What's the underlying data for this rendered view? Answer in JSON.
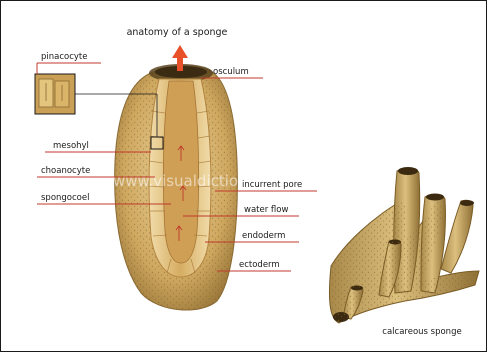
{
  "title": "anatomy of a sponge",
  "watermark": "www.visualdictionaryonline.com",
  "labels": {
    "pinacocyte": "pinacocyte",
    "osculum": "osculum",
    "mesohyl": "mesohyl",
    "choanocyte": "choanocyte",
    "spongocoel": "spongocoel",
    "incurrent_pore": "incurrent pore",
    "water_flow": "water flow",
    "endoderm": "endoderm",
    "ectoderm": "ectoderm",
    "calcareous_sponge": "calcareous sponge"
  },
  "colors": {
    "leader_line": "#c0392b",
    "arrow": "#e8502a",
    "sponge_body": "#d6b06a",
    "sponge_inner": "#e9cf98"
  }
}
